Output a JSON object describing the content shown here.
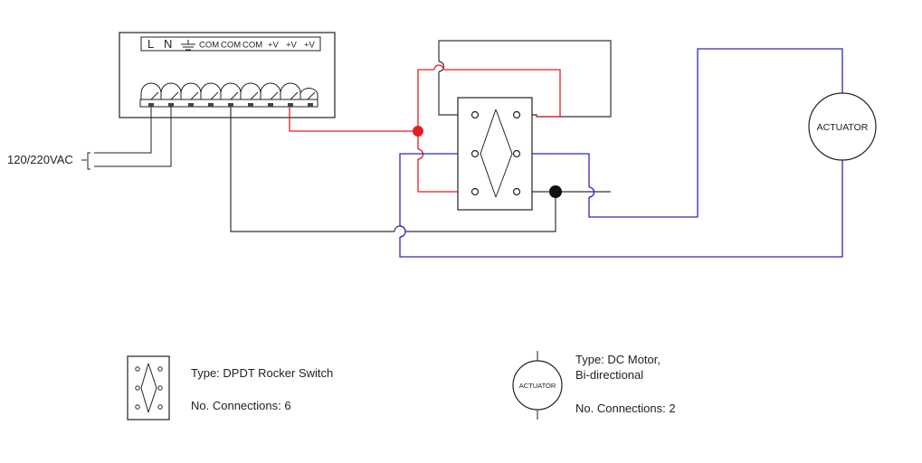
{
  "power_supply": {
    "terminal_L": "L",
    "terminal_N": "N",
    "terminal_com_1": "COM",
    "terminal_com_2": "COM",
    "terminal_com_3": "COM",
    "terminal_v_1": "+V",
    "terminal_v_2": "+V",
    "terminal_v_3": "+V"
  },
  "ac_input": {
    "label": "120/220VAC"
  },
  "actuator": {
    "label": "ACTUATOR"
  },
  "wire_colors": {
    "positive": "#e02020",
    "negative": "#333333",
    "actuator": "#2a2ab8",
    "frame": "#111111"
  },
  "legend": {
    "switch": {
      "type_text": "Type: DPDT Rocker Switch",
      "connections_text": "No. Connections: 6"
    },
    "motor": {
      "symbol_label": "ACTUATOR",
      "type_line1": "Type: DC Motor,",
      "type_line2": "Bi-directional",
      "connections_text": "No. Connections: 2"
    }
  }
}
